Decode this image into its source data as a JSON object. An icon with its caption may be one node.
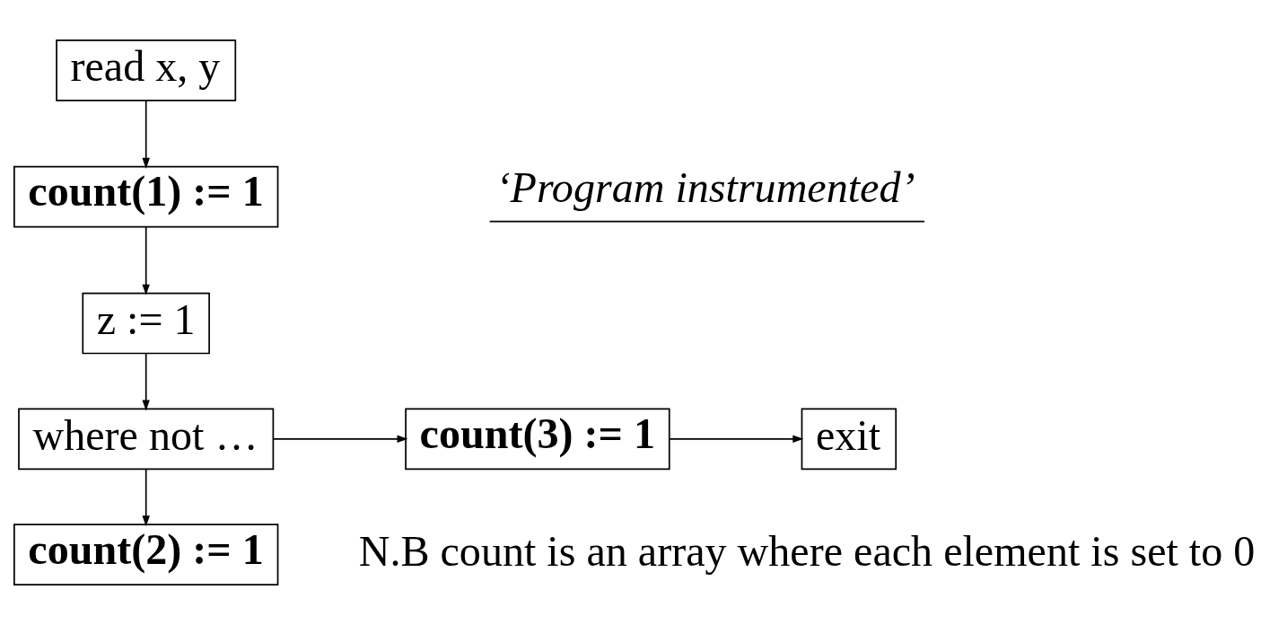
{
  "diagram": {
    "nodes": [
      {
        "text": [
          "read x, y"
        ]
      },
      {
        "text": [
          "count(1) := 1"
        ]
      },
      {
        "text": [
          "z := 1"
        ]
      },
      {
        "text": [
          "where not …"
        ]
      },
      {
        "text": [
          "count(3) := 1"
        ]
      },
      {
        "text": [
          "exit"
        ]
      },
      {
        "text": [
          "count(2) := 1"
        ]
      }
    ],
    "edges": [
      {
        "from": 0,
        "to": 1,
        "arrow": "to"
      },
      {
        "from": 1,
        "to": 2,
        "arrow": "to"
      },
      {
        "from": 2,
        "to": 3,
        "arrow": "to"
      },
      {
        "from": 3,
        "to": 4,
        "arrow": "to"
      },
      {
        "from": 4,
        "to": 5,
        "arrow": "to"
      },
      {
        "from": 3,
        "to": 6,
        "arrow": "to"
      }
    ],
    "labels": [
      "‘Program instrumented’",
      "N.B count is an array where each element is set to 0"
    ]
  }
}
